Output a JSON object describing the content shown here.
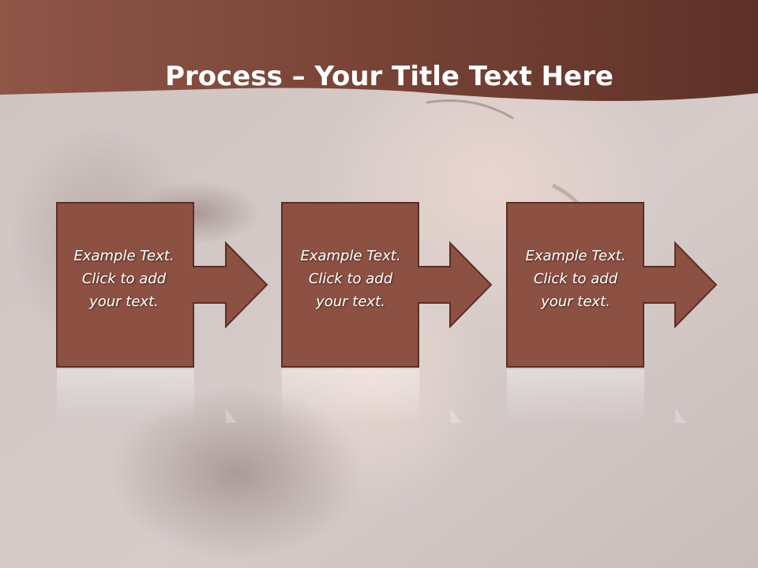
{
  "slide": {
    "title_bold": "Process",
    "title_rest": " – Your Title Text Here"
  },
  "steps": [
    {
      "line1": "Example Text.",
      "line2": "Click  to add",
      "line3": "your text."
    },
    {
      "line1": "Example Text.",
      "line2": "Click  to add",
      "line3": "your text."
    },
    {
      "line1": "Example Text.",
      "line2": "Click  to add",
      "line3": "your text."
    }
  ],
  "colors": {
    "banner": "#7a4436",
    "box_fill": "#8c5143",
    "box_stroke": "#5b2e25",
    "background": "#d2c8c6"
  }
}
